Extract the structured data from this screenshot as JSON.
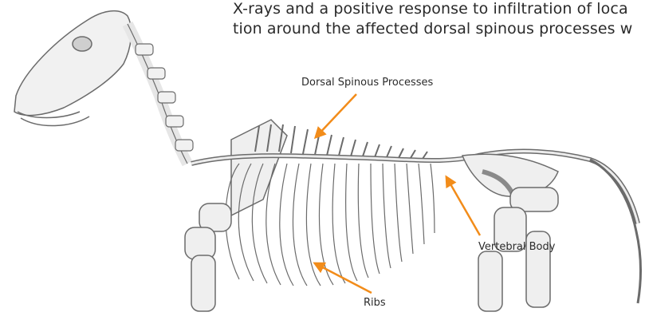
{
  "text": {
    "line1": "X-rays and a positive response to infiltration of loca",
    "line2": "tion around the affected dorsal spinous processes w"
  },
  "labels": {
    "dorsal_spinous": "Dorsal Spinous Processes",
    "vertebral_body": "Vertebral Body",
    "ribs": "Ribs"
  },
  "colors": {
    "arrow": "#f28c1a",
    "bone_fill": "#f1f1f1",
    "bone_stroke": "#6b6b6b"
  }
}
